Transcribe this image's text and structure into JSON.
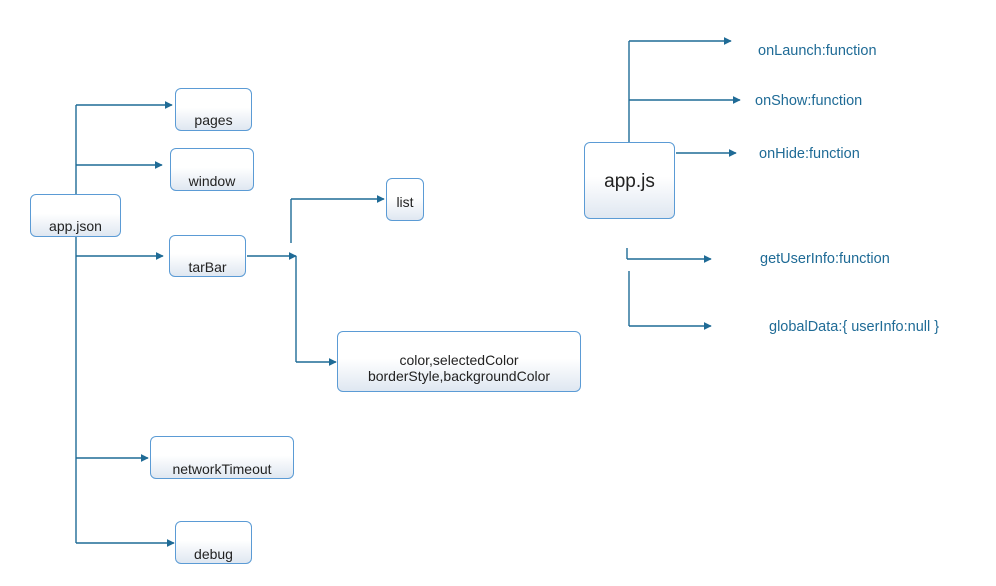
{
  "left_tree": {
    "root": "app.json",
    "children": {
      "pages": "pages",
      "window": "window",
      "tabbar": "tarBar",
      "network_timeout": "networkTimeout",
      "debug": "debug"
    },
    "tabbar_children": {
      "list": "list",
      "style_line1": "color,selectedColor",
      "style_line2": "borderStyle,backgroundColor"
    }
  },
  "right_tree": {
    "root": "app.js",
    "items": [
      "onLaunch:function",
      "onShow:function",
      "onHide:function",
      "getUserInfo:function",
      "globalData:{ userInfo:null }"
    ]
  },
  "colors": {
    "connector": "#1f6b96",
    "node_border": "#5b9bd5",
    "label_text": "#1f6b96"
  }
}
